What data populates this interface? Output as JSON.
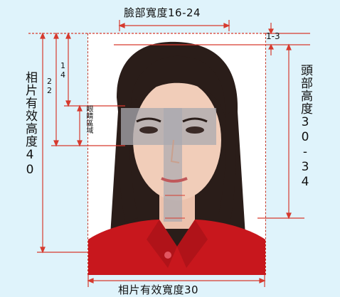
{
  "labels": {
    "face_width": "臉部寬度16-24",
    "gap": "1-3",
    "head_height": "頭部高度30-34",
    "photo_height": "相片有效高度40",
    "photo_width": "相片有效寬度30",
    "mark_22": "22",
    "mark_14": "14",
    "eye_zone": "眼睛區域"
  },
  "colors": {
    "measure_line": "#d63a2e",
    "background": "#dff3fb",
    "shirt": "#c8171d",
    "hair": "#2a1d19",
    "skin": "#f1cdb9",
    "grey_zone": "#a9a9b0"
  }
}
